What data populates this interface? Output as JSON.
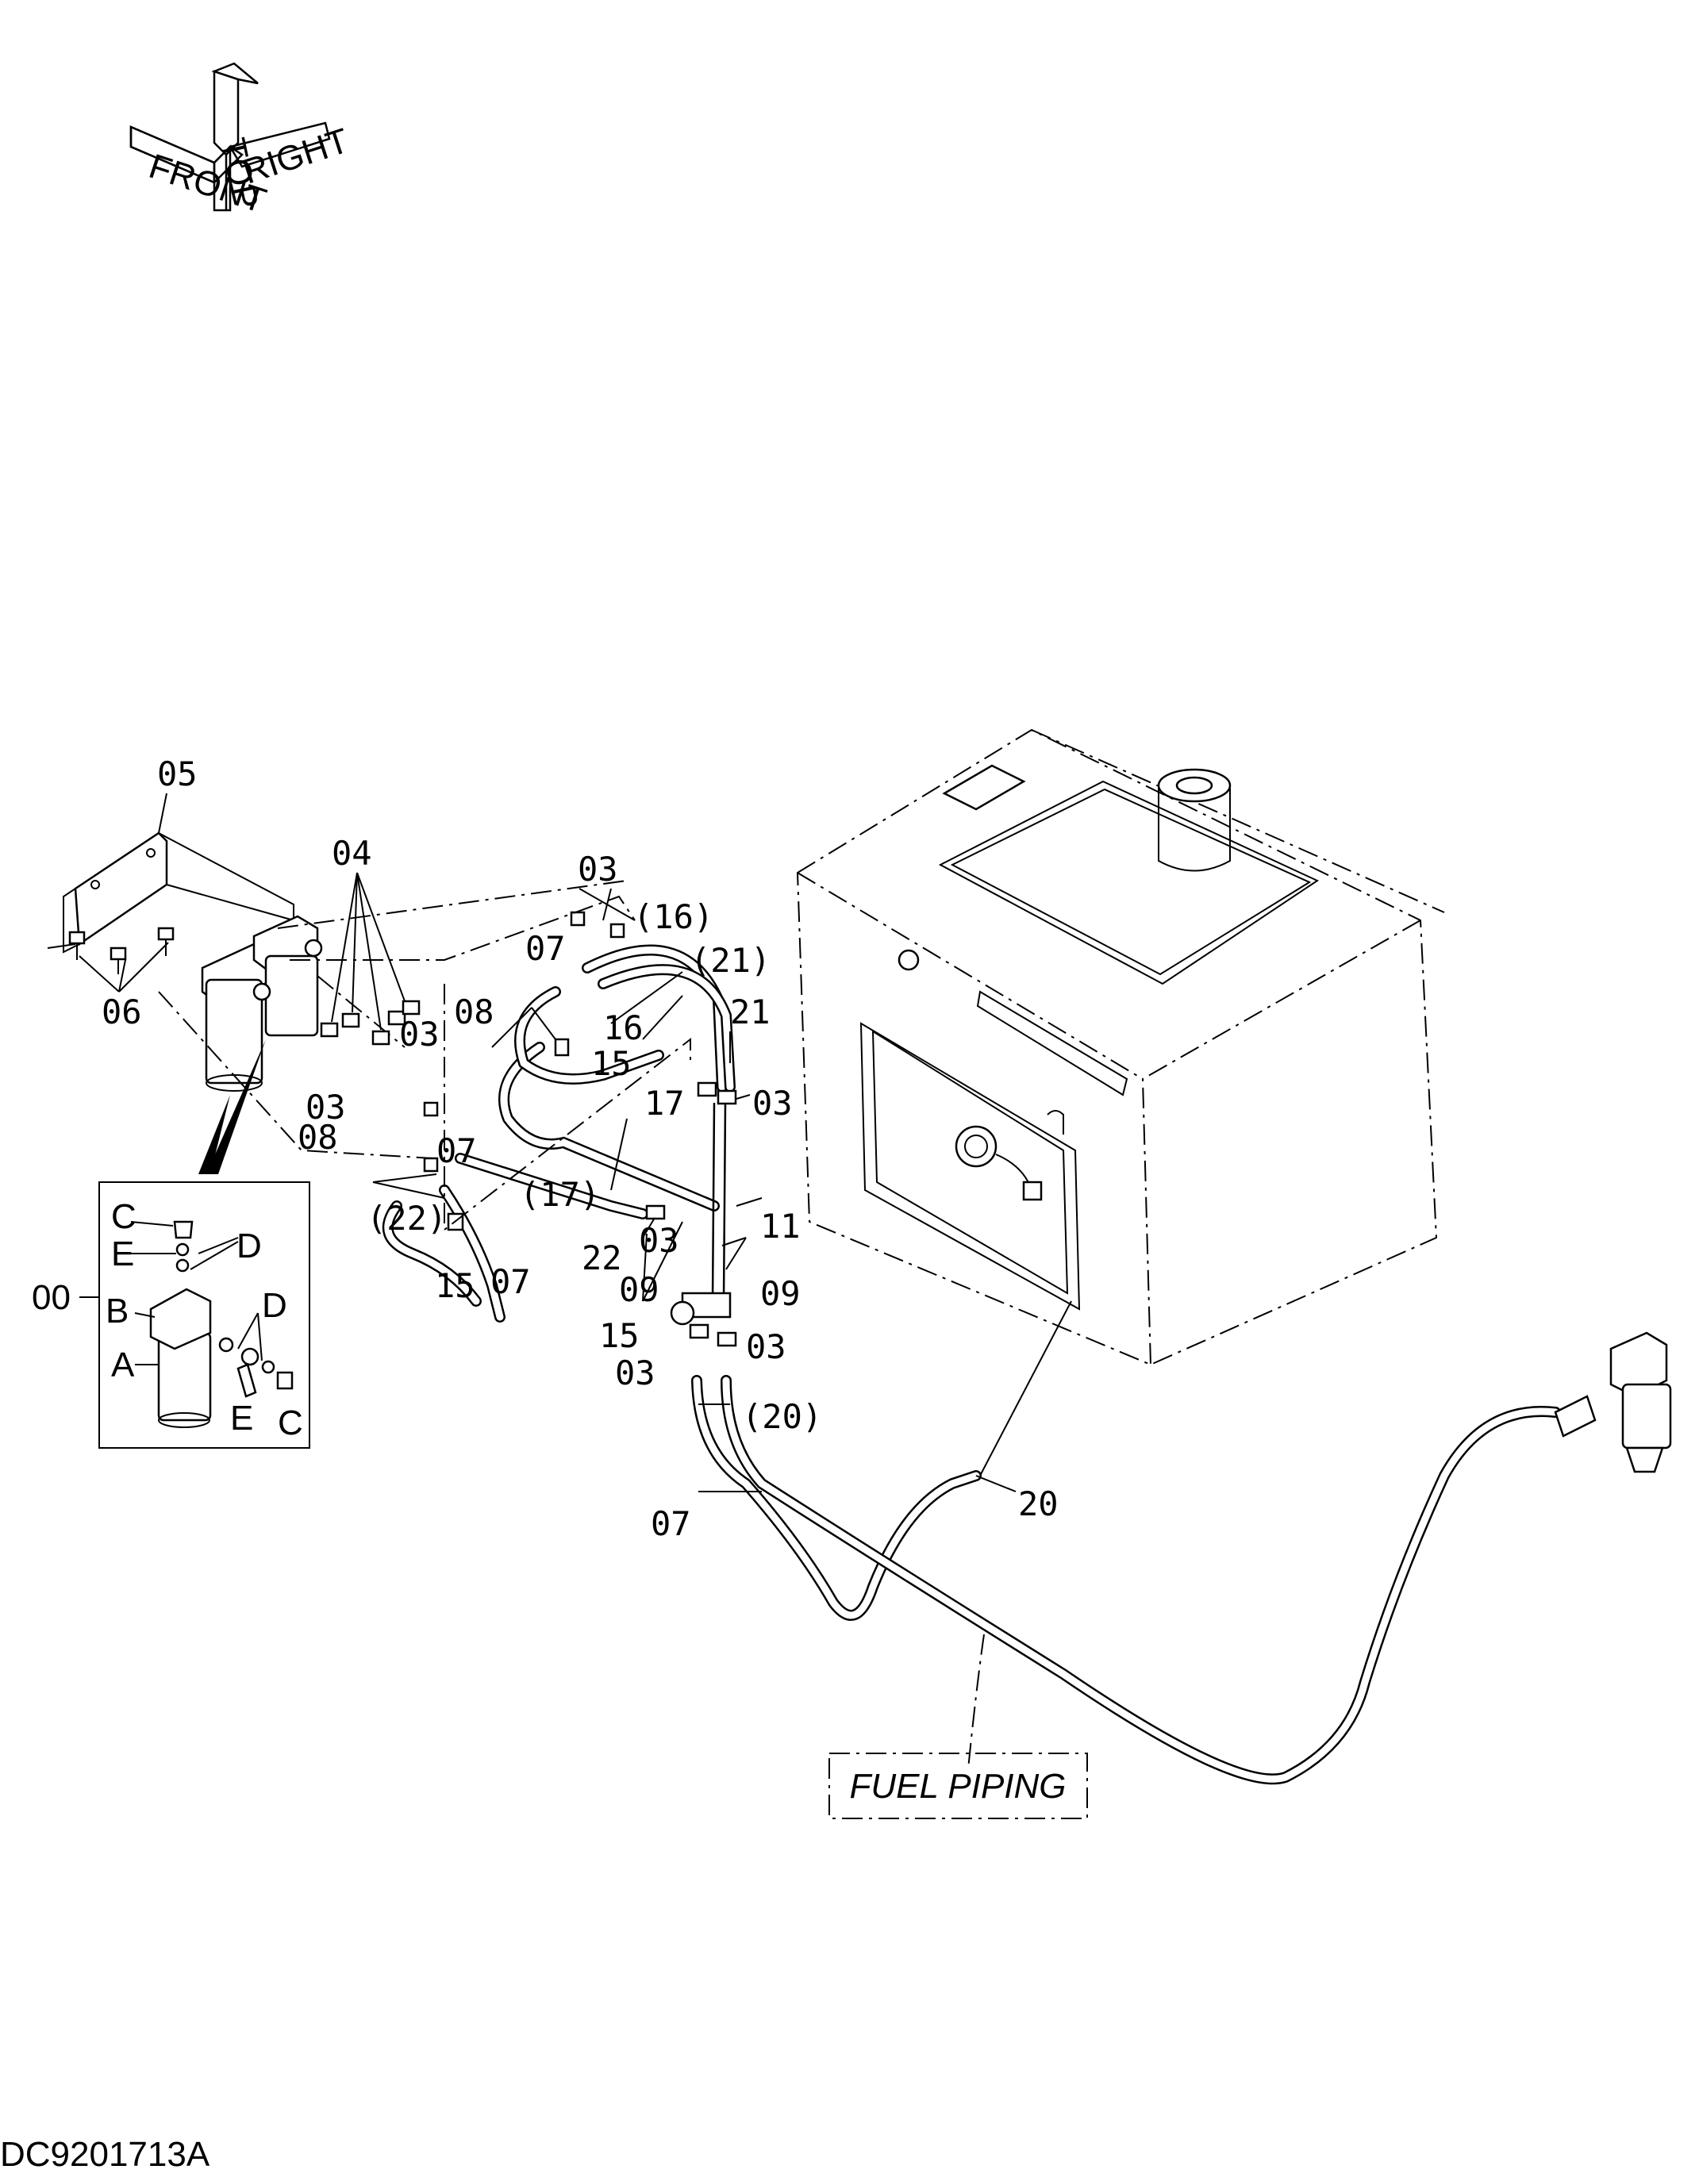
{
  "orientation": {
    "front_label": "FRONT",
    "top_label": "TOP",
    "right_label": "RIGHT"
  },
  "drawing_number": "DC9201713A",
  "title_box": "FUEL PIPING",
  "callouts": {
    "c05": "05",
    "c04": "04",
    "c06": "06",
    "c03_a": "03",
    "c03_b": "03",
    "c03_c": "03",
    "c03_d": "03",
    "c03_e": "03",
    "c03_f": "03",
    "c03_g": "03",
    "c16p": "(16)",
    "c21p": "(21)",
    "c07_a": "07",
    "c07_b": "07",
    "c07_c": "07",
    "c07_d": "07",
    "c08_a": "08",
    "c08_b": "08",
    "c21": "21",
    "c16": "16",
    "c15_a": "15",
    "c15_b": "15",
    "c15_c": "15",
    "c17": "17",
    "c17p": "(17)",
    "c22p": "(22)",
    "c22": "22",
    "c11": "11",
    "c09_a": "09",
    "c09_b": "09",
    "c20p": "(20)",
    "c20": "20"
  },
  "inset": {
    "assembly": "00",
    "A": "A",
    "B": "B",
    "C1": "C",
    "C2": "C",
    "D1": "D",
    "D2": "D",
    "E1": "E",
    "E2": "E"
  }
}
